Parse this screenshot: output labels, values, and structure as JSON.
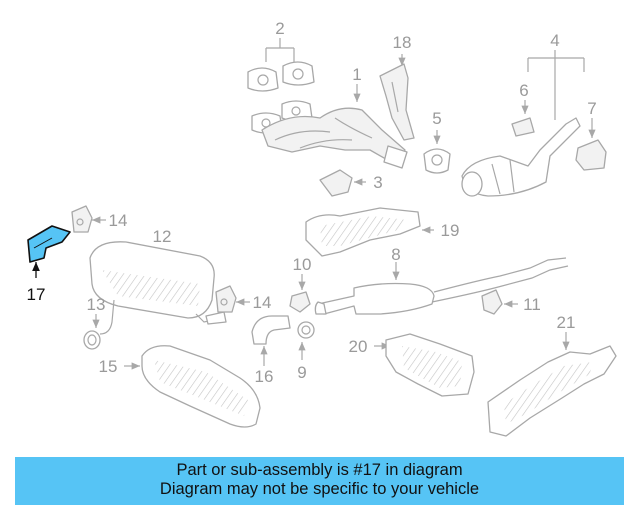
{
  "callouts": [
    "2",
    "18",
    "1",
    "4",
    "6",
    "7",
    "5",
    "3",
    "14",
    "12",
    "19",
    "10",
    "8",
    "14",
    "11",
    "13",
    "16",
    "9",
    "20",
    "21",
    "15"
  ],
  "highlight_callout": "17",
  "highlight_color": "#56c4f5",
  "banner": {
    "line1": "Part or sub-assembly is #17 in diagram",
    "line2": "Diagram may not be specific to your vehicle",
    "background": "#56c4f5"
  }
}
